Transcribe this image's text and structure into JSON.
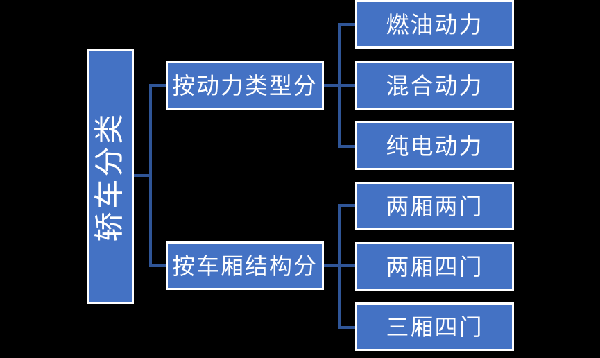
{
  "diagram": {
    "type": "organizational-hierarchy-tree",
    "orientation": "left-to-right",
    "background_color": "#000000",
    "node_fill_color": "#4472C4",
    "node_border_color": "#FFFFFF",
    "node_text_color": "#FFFFFF",
    "connector_color": "#2F5597",
    "root": {
      "label": "轿车分类",
      "text_orientation": "vertical-rotated-90-ccw"
    },
    "branches": [
      {
        "label": "按动力类型分",
        "children": [
          {
            "label": "燃油动力"
          },
          {
            "label": "混合动力"
          },
          {
            "label": "纯电动力"
          }
        ]
      },
      {
        "label": "按车厢结构分",
        "children": [
          {
            "label": "两厢两门"
          },
          {
            "label": "两厢四门"
          },
          {
            "label": "三厢四门"
          }
        ]
      }
    ]
  }
}
